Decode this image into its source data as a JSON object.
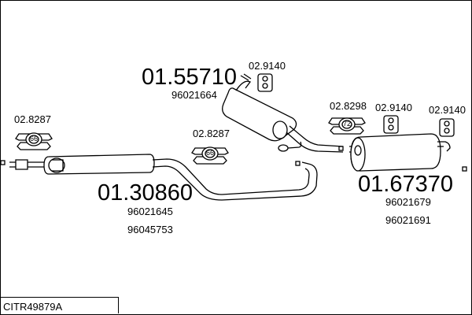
{
  "diagram_id": "CITR49879A",
  "parts": {
    "front": {
      "number": "01.30860",
      "refs": [
        "96021645",
        "96045753"
      ],
      "clamp": "02.8287",
      "clamp_badge": "66"
    },
    "middle_pipe_clamp": {
      "number": "02.8287",
      "badge": "66"
    },
    "center": {
      "number": "01.55710",
      "ref": "96021664",
      "mount": "02.9140"
    },
    "rear": {
      "number": "01.67370",
      "refs": [
        "96021679",
        "96021691"
      ]
    },
    "rear_clamp": {
      "number": "02.8298",
      "badge": "72"
    },
    "rear_mount_1": {
      "number": "02.9140"
    },
    "rear_mount_2": {
      "number": "02.9140"
    }
  },
  "colors": {
    "line": "#000000",
    "fill": "#ffffff"
  }
}
